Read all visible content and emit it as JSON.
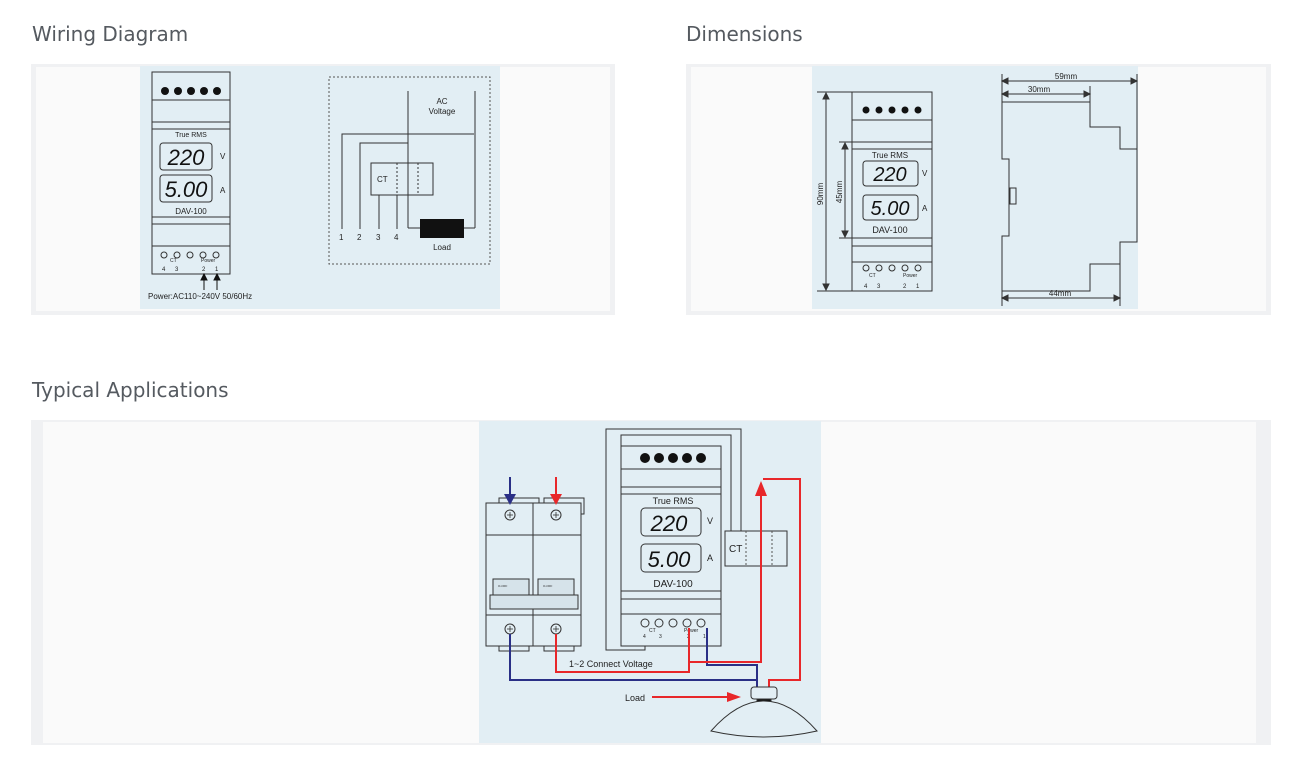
{
  "sections": {
    "wiring": {
      "title": "Wiring Diagram",
      "device": {
        "label_true_rms": "True RMS",
        "voltage_value": "220",
        "voltage_unit": "V",
        "current_value": "5.00",
        "current_unit": "A",
        "model": "DAV-100",
        "ct_label": "CT",
        "power_label": "Power",
        "terminals": [
          "4",
          "3",
          "2",
          "1"
        ]
      },
      "power_note": "Power:AC110~240V 50/60Hz",
      "schematic": {
        "ac_label_1": "AC",
        "ac_label_2": "Voltage",
        "ct_label": "CT",
        "load_label": "Load",
        "terminal_numbers": [
          "1",
          "2",
          "3",
          "4"
        ]
      }
    },
    "dimensions": {
      "title": "Dimensions",
      "height_total": "90mm",
      "height_window": "45mm",
      "depth_total": "59mm",
      "depth_front": "30mm",
      "depth_base": "44mm",
      "device": {
        "label_true_rms": "True RMS",
        "voltage_value": "220",
        "voltage_unit": "V",
        "current_value": "5.00",
        "current_unit": "A",
        "model": "DAV-100",
        "ct_label": "CT",
        "power_label": "Power",
        "terminals": [
          "4",
          "3",
          "2",
          "1"
        ]
      }
    },
    "applications": {
      "title": "Typical Applications",
      "device": {
        "label_true_rms": "True RMS",
        "voltage_value": "220",
        "voltage_unit": "V",
        "current_value": "5.00",
        "current_unit": "A",
        "model": "DAV-100",
        "ct_label": "CT",
        "power_label": "Power",
        "terminals": [
          "4",
          "3",
          "2",
          "1"
        ]
      },
      "ct_label": "CT",
      "breaker_label": "O-OFF",
      "connect_note": "1~2 Connect Voltage",
      "load_label": "Load"
    }
  },
  "colors": {
    "heading": "#555a60",
    "panel_border": "#f0f1f3",
    "panel_fill": "#fafafa",
    "figure_bg": "#e2eef4",
    "wire_red": "#e8272a",
    "wire_blue": "#2a2f86",
    "line": "#333333"
  }
}
